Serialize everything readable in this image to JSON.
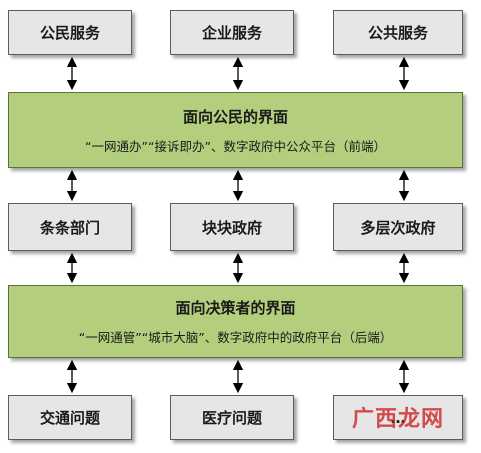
{
  "top_row": [
    "公民服务",
    "企业服务",
    "公共服务"
  ],
  "citizen_layer": {
    "title": "面向公民的界面",
    "subtitle": "“一网通办”“接诉即办”、数字政府中公众平台（前端）"
  },
  "middle_row": [
    "条条部门",
    "块块政府",
    "多层次政府"
  ],
  "decision_layer": {
    "title": "面向决策者的界面",
    "subtitle": "“一网通管”“城市大脑”、数字政府中的政府平台（后端）"
  },
  "bottom_row": [
    "交通问题",
    "医疗问题",
    "…"
  ],
  "watermark": "广西龙网",
  "colors": {
    "band": "#b3cf7e",
    "box": "#e6e6e6",
    "watermark": "#cd1e1e"
  }
}
